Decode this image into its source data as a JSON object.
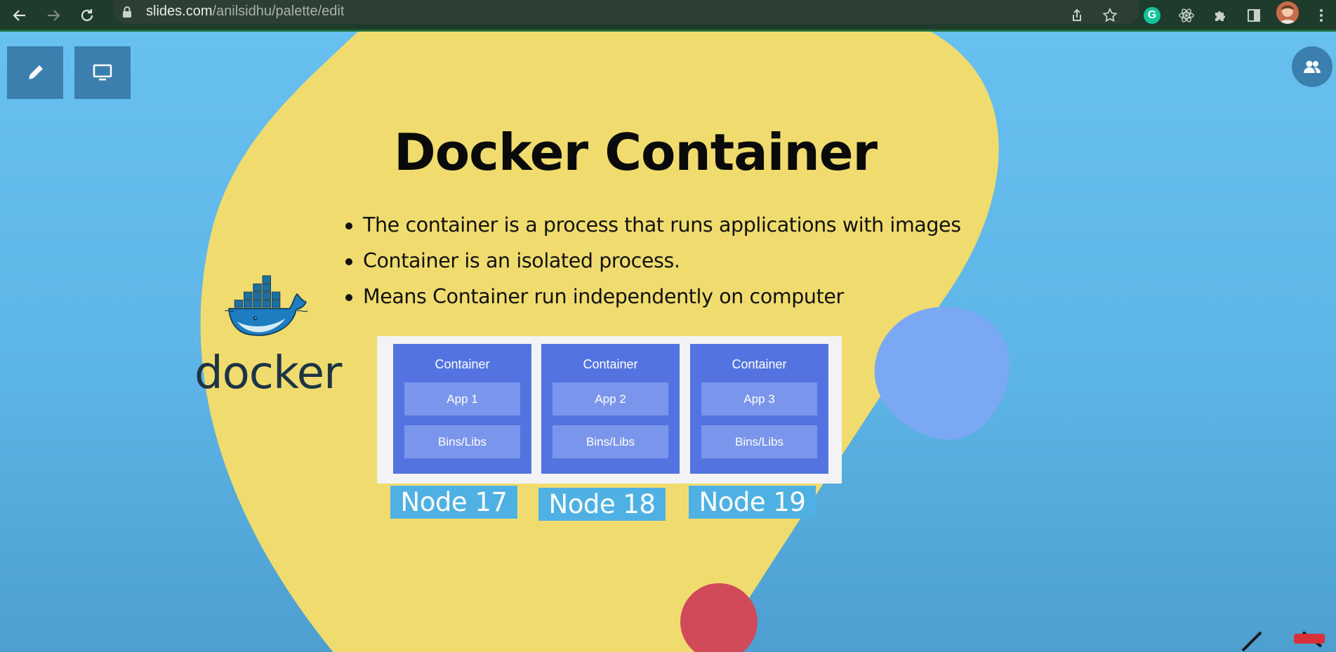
{
  "browser": {
    "url_host": "slides.com",
    "url_path": "/anilsidhu/palette/edit",
    "grammarly_letter": "G"
  },
  "slide": {
    "title": "Docker Container",
    "bullets": [
      "The container is a process that runs applications with images",
      "Container is an isolated process.",
      "Means Container run independently on computer"
    ],
    "docker_logo_text": "docker",
    "containers": [
      {
        "label": "Container",
        "app": "App 1",
        "libs": "Bins/Libs",
        "node": "Node 17"
      },
      {
        "label": "Container",
        "app": "App 2",
        "libs": "Bins/Libs",
        "node": "Node 18"
      },
      {
        "label": "Container",
        "app": "App 3",
        "libs": "Bins/Libs",
        "node": "Node 19"
      }
    ]
  },
  "colors": {
    "background": "#5bb3e6",
    "yellow_shape": "#f0dc6e",
    "container_blue": "#5374e0",
    "node_label_bg": "#4fb1e3",
    "red_circle": "#d14a5a"
  }
}
